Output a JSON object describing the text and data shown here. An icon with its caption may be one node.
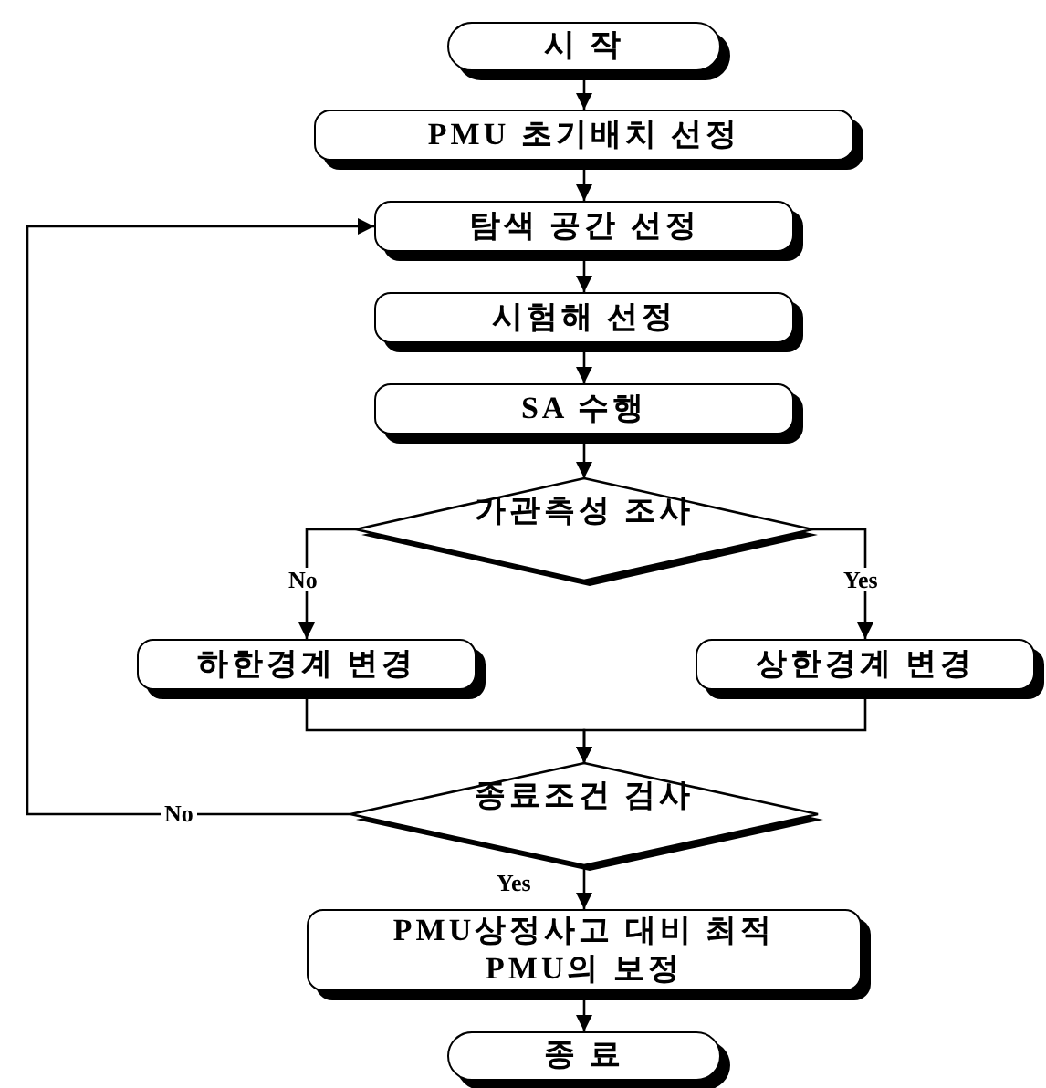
{
  "diagram": {
    "nodes": [
      {
        "text": [
          "시 작"
        ]
      },
      {
        "text": [
          "PMU 초기배치 선정"
        ]
      },
      {
        "text": [
          "탐색 공간 선정"
        ]
      },
      {
        "text": [
          "시험해 선정"
        ]
      },
      {
        "text": [
          "SA 수행"
        ]
      },
      {
        "text": [
          "가관측성 조사"
        ]
      },
      {
        "text": [
          "하한경계 변경"
        ]
      },
      {
        "text": [
          "상한경계 변경"
        ]
      },
      {
        "text": [
          "종료조건 검사"
        ]
      },
      {
        "text": [
          "PMU상정사고 대비 최적 PMU의 보정"
        ]
      },
      {
        "text": [
          "종 료"
        ]
      }
    ],
    "edges": [
      {
        "from": 0,
        "to": 1,
        "arrow": "to"
      },
      {
        "from": 1,
        "to": 2,
        "arrow": "to"
      },
      {
        "from": 2,
        "to": 3,
        "arrow": "to"
      },
      {
        "from": 3,
        "to": 4,
        "arrow": "to"
      },
      {
        "from": 4,
        "to": 5,
        "arrow": "to"
      },
      {
        "from": 5,
        "to": 6,
        "arrow": "to",
        "label": "No"
      },
      {
        "from": 5,
        "to": 7,
        "arrow": "to",
        "label": "Yes"
      },
      {
        "from": 6,
        "to": 8,
        "arrow": "to"
      },
      {
        "from": 7,
        "to": 8,
        "arrow": "to"
      },
      {
        "from": 8,
        "to": 2,
        "arrow": "to",
        "label": "No"
      },
      {
        "from": 8,
        "to": 9,
        "arrow": "to",
        "label": "Yes"
      },
      {
        "from": 9,
        "to": 10,
        "arrow": "to"
      }
    ]
  }
}
